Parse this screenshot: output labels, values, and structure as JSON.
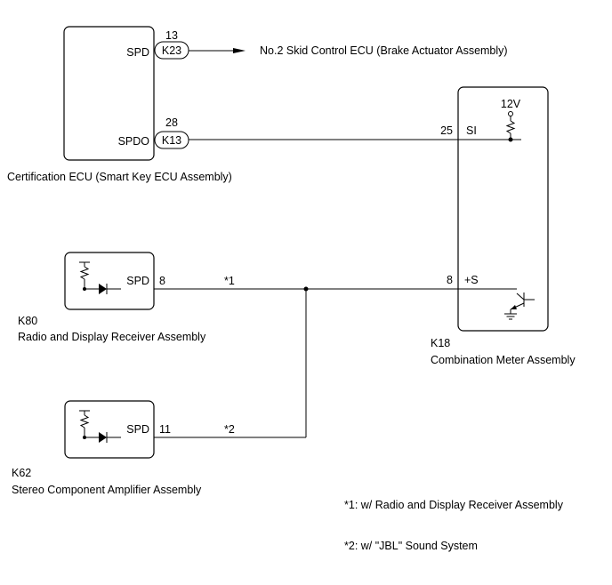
{
  "components": {
    "cert_ecu": {
      "label": "Certification ECU (Smart Key ECU Assembly)",
      "pins": {
        "spd": {
          "name": "SPD",
          "connector": "K23",
          "number": "13"
        },
        "spdo": {
          "name": "SPDO",
          "connector": "K13",
          "number": "28"
        }
      }
    },
    "skid_ecu": {
      "label": "No.2 Skid Control ECU (Brake Actuator Assembly)"
    },
    "meter": {
      "code": "K18",
      "label": "Combination Meter Assembly",
      "voltage": "12V",
      "pins": {
        "si": {
          "number": "25",
          "name": "SI"
        },
        "plus_s": {
          "number": "8",
          "name": "+S"
        }
      }
    },
    "radio": {
      "code": "K80",
      "label": "Radio and Display Receiver Assembly",
      "pin": {
        "name": "SPD",
        "number": "8"
      },
      "wire_note": "*1"
    },
    "amplifier": {
      "code": "K62",
      "label": "Stereo Component Amplifier Assembly",
      "pin": {
        "name": "SPD",
        "number": "11"
      },
      "wire_note": "*2"
    }
  },
  "notes": [
    "*1: w/ Radio and Display Receiver Assembly",
    "*2: w/ \"JBL\" Sound System"
  ]
}
